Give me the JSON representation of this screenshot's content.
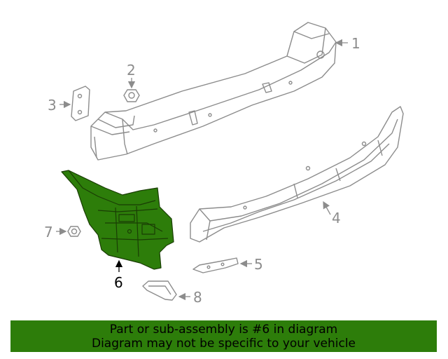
{
  "callouts": [
    {
      "id": "1",
      "label": "1"
    },
    {
      "id": "2",
      "label": "2"
    },
    {
      "id": "3",
      "label": "3"
    },
    {
      "id": "4",
      "label": "4"
    },
    {
      "id": "5",
      "label": "5"
    },
    {
      "id": "6",
      "label": "6"
    },
    {
      "id": "7",
      "label": "7"
    },
    {
      "id": "8",
      "label": "8"
    }
  ],
  "highlight": {
    "part": "6",
    "color": "#2d7d0a"
  },
  "colors": {
    "line_art": "#8c8c8c",
    "highlight_fill": "#2d7d0a",
    "banner": "#2d7d0a"
  },
  "banner": {
    "line1": "Part or sub-assembly is #6 in diagram",
    "line2": "Diagram may not be specific to your vehicle"
  }
}
